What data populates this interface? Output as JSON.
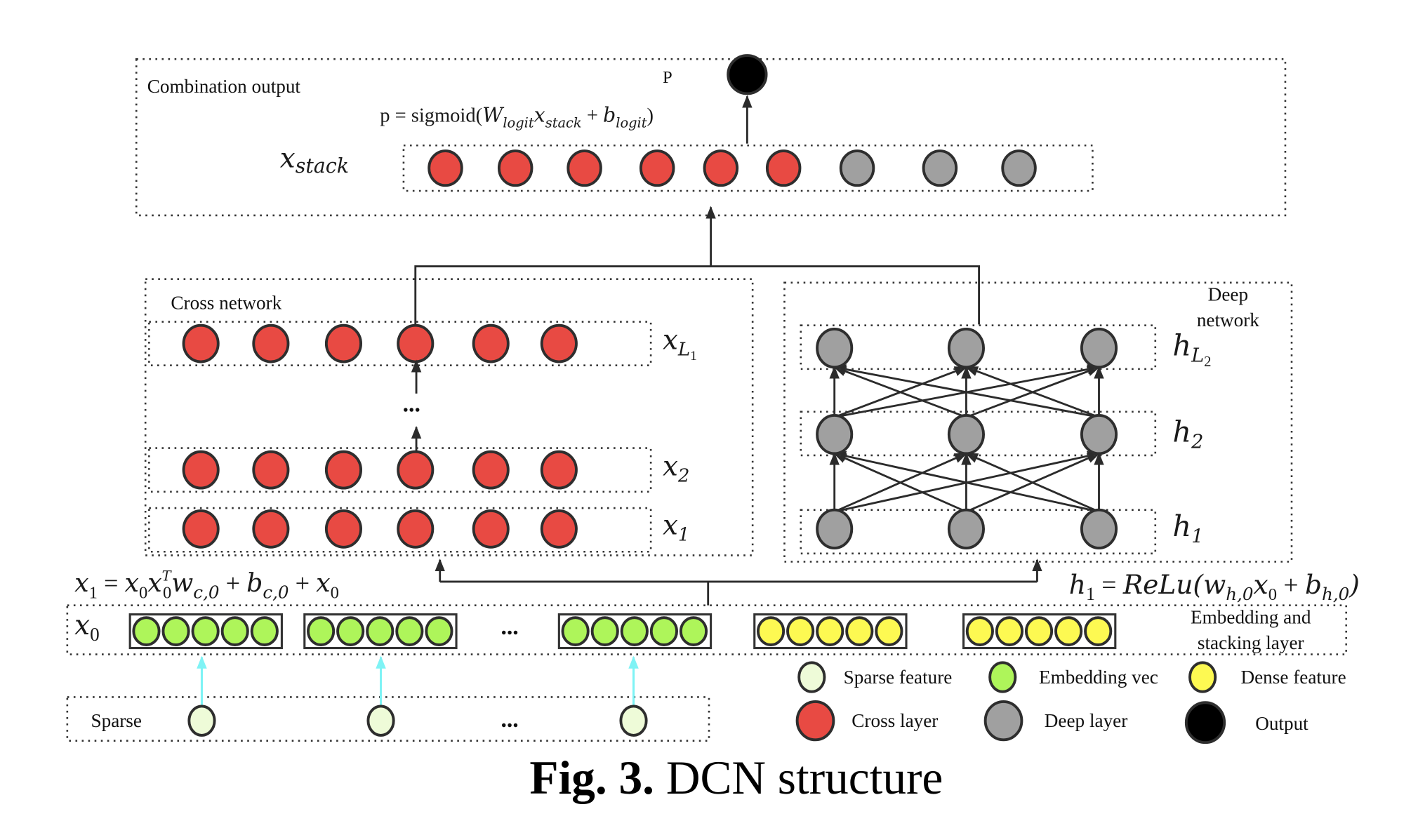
{
  "figure": {
    "caption_prefix": "Fig. 3.",
    "caption_text": "DCN structure"
  },
  "colors": {
    "cross": "#e84a43",
    "deep": "#a0a0a0",
    "output": "#000000",
    "embedding": "#aef55a",
    "dense": "#fdf952",
    "sparse": "#eefbd8",
    "sparse_arrow": "#7ff3f5"
  },
  "combination": {
    "title": "Combination output",
    "p_label": "P",
    "formula": {
      "lhs": "p = sigmoid(",
      "w": "W",
      "w_sub": "logit",
      "x": "x",
      "x_sub": "stack",
      "plus": " + ",
      "b": "b",
      "b_sub": "logit",
      "close": ")"
    },
    "stack_label": {
      "base": "x",
      "sub": "stack"
    },
    "stack_nodes": [
      "cross",
      "cross",
      "cross",
      "cross",
      "cross",
      "cross",
      "deep",
      "deep",
      "deep"
    ]
  },
  "cross_network": {
    "title": "Cross network",
    "layers": [
      {
        "base": "x",
        "sub": "L",
        "subsub": "1"
      },
      {
        "base": "x",
        "sub": "2"
      },
      {
        "base": "x",
        "sub": "1"
      }
    ],
    "ellipsis": "...",
    "nodes_per_layer": 6,
    "formula": {
      "a": "x",
      "a_sub": "1",
      "eq": " = ",
      "b": "x",
      "b_sub": "0",
      "c": "x",
      "c_sub": "0",
      "c_sup": "T",
      "d": "w",
      "d_sub": "c,0",
      "plus1": " + ",
      "e": "b",
      "e_sub": "c,0",
      "plus2": " + ",
      "f": "x",
      "f_sub": "0"
    }
  },
  "deep_network": {
    "title_line1": "Deep",
    "title_line2": "network",
    "layers": [
      {
        "base": "h",
        "sub": "L",
        "subsub": "2"
      },
      {
        "base": "h",
        "sub": "2"
      },
      {
        "base": "h",
        "sub": "1"
      }
    ],
    "nodes_per_layer": 3,
    "formula": {
      "a": "h",
      "a_sub": "1",
      "eq": " = ",
      "fn": "ReLu(",
      "w": "w",
      "w_sub": "h,0",
      "x": "x",
      "x_sub": "0",
      "plus": " + ",
      "b": "b",
      "b_sub": "h,0",
      "close": ")"
    }
  },
  "embedding": {
    "x0_label": {
      "base": "x",
      "sub": "0"
    },
    "title_line1": "Embedding and",
    "title_line2": "stacking layer",
    "groups": [
      "embedding",
      "embedding",
      "embedding",
      "dense",
      "dense"
    ],
    "ellipsis": "...",
    "nodes_per_group": 5
  },
  "sparse": {
    "title": "Sparse",
    "ellipsis": "...",
    "node_count": 3
  },
  "legend": {
    "items": [
      {
        "key": "sparse",
        "label": "Sparse feature"
      },
      {
        "key": "embedding",
        "label": "Embedding vec"
      },
      {
        "key": "dense",
        "label": "Dense feature"
      },
      {
        "key": "cross",
        "label": "Cross layer"
      },
      {
        "key": "deep",
        "label": "Deep layer"
      },
      {
        "key": "output",
        "label": "Output"
      }
    ]
  }
}
